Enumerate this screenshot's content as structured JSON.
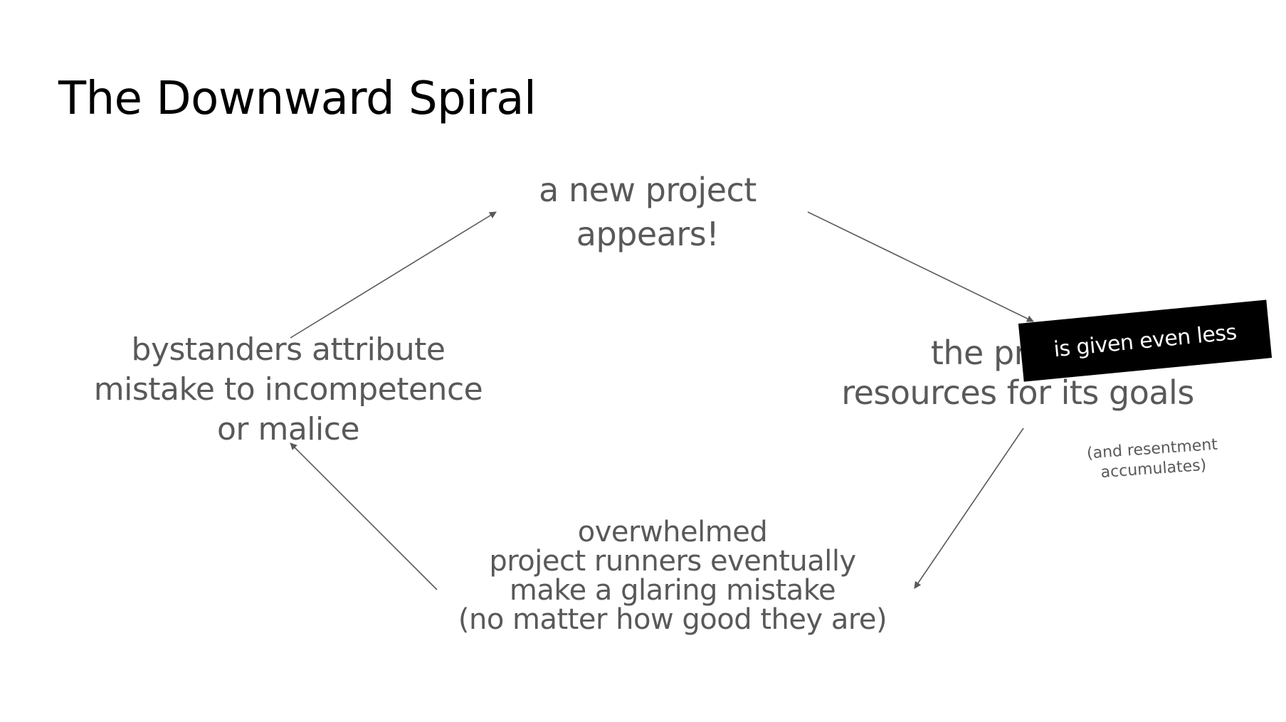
{
  "title": "The Downward Spiral",
  "nodes": {
    "top": {
      "lines": [
        "a new project",
        "appears!"
      ]
    },
    "right": {
      "lines": [
        "the project",
        "resources for its goals"
      ]
    },
    "bottom": {
      "lines": [
        "overwhelmed",
        "project runners eventually",
        "make a glaring mistake",
        "(no matter how good they are)"
      ]
    },
    "left": {
      "lines": [
        "bystanders attribute",
        "mistake to incompetence",
        "or malice"
      ]
    }
  },
  "aside": {
    "lines": [
      "(and resentment",
      "accumulates)"
    ]
  },
  "overlay": {
    "text": "is given even less"
  },
  "colors": {
    "text": "#595959",
    "title": "#000000",
    "arrow": "#595959",
    "overlay_bg": "#000000",
    "overlay_text": "#ffffff"
  }
}
